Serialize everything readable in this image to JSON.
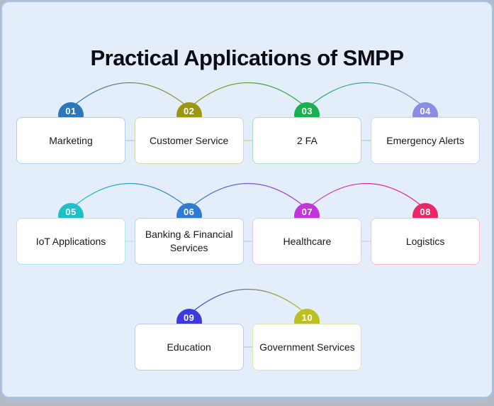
{
  "title": "Practical Applications of SMPP",
  "theme": {
    "canvas_bg": "#e4eefb",
    "canvas_border": "#a5c3ed",
    "outside_bg": "#b3bbc7",
    "card_bg": "#ffffff",
    "title_color": "#0c0c12",
    "card_text_color": "#17171f",
    "badge_text_color": "#ffffff"
  },
  "rows": [
    {
      "items": [
        {
          "number": "01",
          "label": "Marketing",
          "badge_color": "#2e76ba",
          "border_color": "#b4d0e9"
        },
        {
          "number": "02",
          "label": "Customer Service",
          "badge_color": "#9d9710",
          "border_color": "#d9d6a0"
        },
        {
          "number": "03",
          "label": "2 FA",
          "badge_color": "#18b14d",
          "border_color": "#abdfc0"
        },
        {
          "number": "04",
          "label": "Emergency Alerts",
          "badge_color": "#8a8de4",
          "border_color": "#d0d2f6"
        }
      ]
    },
    {
      "items": [
        {
          "number": "05",
          "label": "IoT Applications",
          "badge_color": "#1fc0ca",
          "border_color": "#b2e6ea"
        },
        {
          "number": "06",
          "label": "Banking & Financial Services",
          "badge_color": "#2f7bd4",
          "border_color": "#b9d4f1"
        },
        {
          "number": "07",
          "label": "Healthcare",
          "badge_color": "#c135da",
          "border_color": "#e9c5f1"
        },
        {
          "number": "08",
          "label": "Logistics",
          "badge_color": "#ec2765",
          "border_color": "#f8c0d4"
        }
      ]
    },
    {
      "items": [
        {
          "number": "09",
          "label": "Education",
          "badge_color": "#3a3ade",
          "border_color": "#c5c5f4"
        },
        {
          "number": "10",
          "label": "Government Services",
          "badge_color": "#bcbf20",
          "border_color": "#e2e4ad"
        }
      ]
    }
  ]
}
